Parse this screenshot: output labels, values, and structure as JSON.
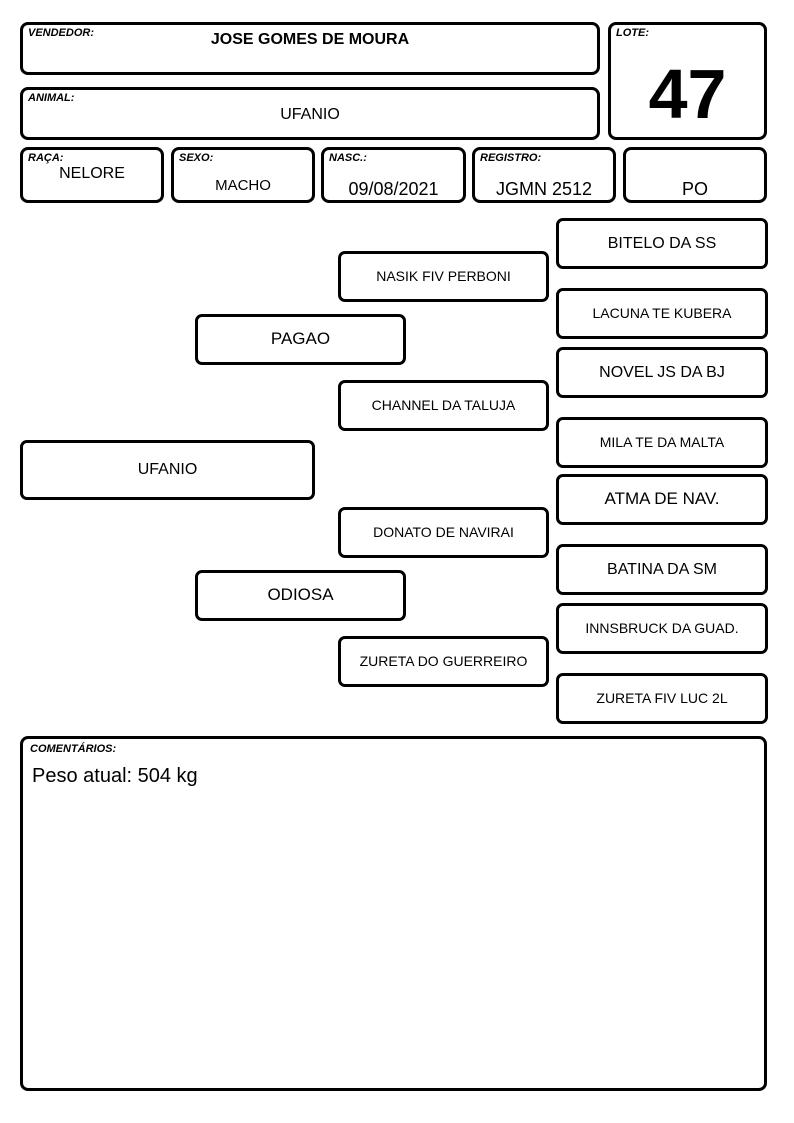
{
  "header": {
    "vendedor": {
      "label": "VENDEDOR:",
      "value": "JOSE GOMES DE MOURA"
    },
    "animal": {
      "label": "ANIMAL:",
      "value": "UFANIO"
    },
    "lote": {
      "label": "LOTE:",
      "value": "47"
    }
  },
  "details": {
    "raca": {
      "label": "RAÇA:",
      "value": "NELORE"
    },
    "sexo": {
      "label": "SEXO:",
      "value": "MACHO"
    },
    "nasc": {
      "label": "NASC.:",
      "value": "09/08/2021"
    },
    "registro": {
      "label": "REGISTRO:",
      "value": "JGMN 2512"
    },
    "categoria": {
      "value": "PO"
    }
  },
  "pedigree": {
    "animal": "UFANIO",
    "sire": "PAGAO",
    "dam": "ODIOSA",
    "sire_sire": "NASIK FIV PERBONI",
    "sire_dam": "CHANNEL DA TALUJA",
    "dam_sire": "DONATO DE NAVIRAI",
    "dam_dam": "ZURETA DO GUERREIRO",
    "ggp": [
      "BITELO DA SS",
      "LACUNA TE KUBERA",
      "NOVEL JS DA BJ",
      "MILA TE DA MALTA",
      "ATMA DE NAV.",
      "BATINA DA SM",
      "INNSBRUCK DA GUAD.",
      "ZURETA FIV LUC 2L"
    ]
  },
  "comments": {
    "label": "COMENTÁRIOS:",
    "text": "Peso atual: 504 kg"
  }
}
